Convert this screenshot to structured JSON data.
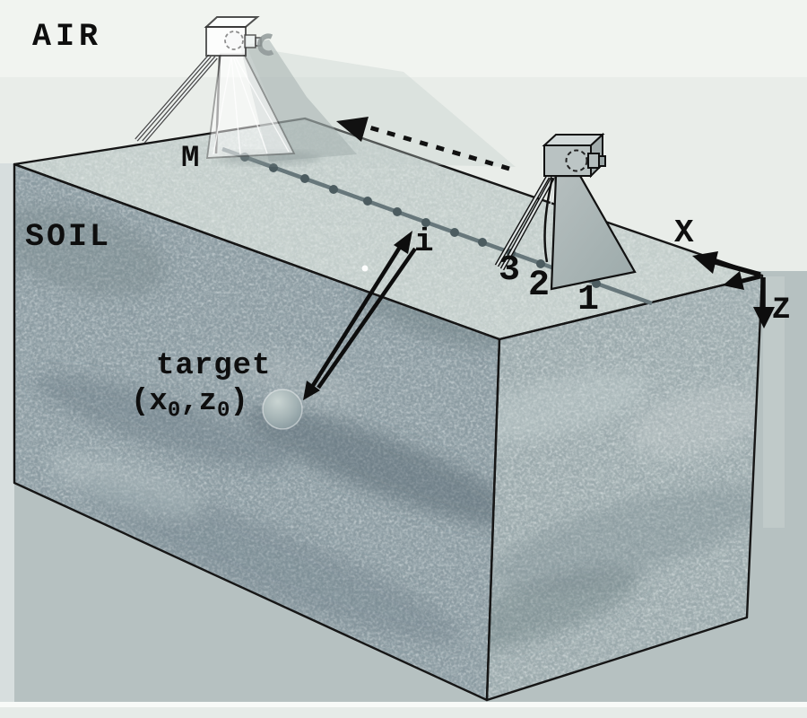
{
  "figure": {
    "description": "3D cutaway diagram of a ground-penetrating-radar survey: horn antenna scanned along the soil surface over a buried point target",
    "labels": {
      "air": "AIR",
      "soil": "SOIL"
    },
    "axes": {
      "x_label": "X",
      "z_label": "Z"
    },
    "survey": {
      "position_1": "1",
      "position_2": "2",
      "position_3": "3",
      "position_last": "M"
    },
    "ray_label": "i",
    "target": {
      "name": "target",
      "coord_open": "(x",
      "coord_sub_x": "0",
      "coord_mid": ",z",
      "coord_sub_z": "0",
      "coord_close": ")"
    },
    "colors": {
      "sky": "#e9ede9",
      "sky_band": "#f1f4f0",
      "ground_backdrop": "#b6c1c1",
      "left_strip": "#d7dede",
      "soil_front": "#95a5ab",
      "soil_right": "#a9b7b8",
      "soil_top": "#ccd6d2",
      "ink": "#111111",
      "survey_line": "#67777b",
      "target_sphere": "#9fb0b2",
      "antenna_body": "#aab4b4"
    }
  }
}
